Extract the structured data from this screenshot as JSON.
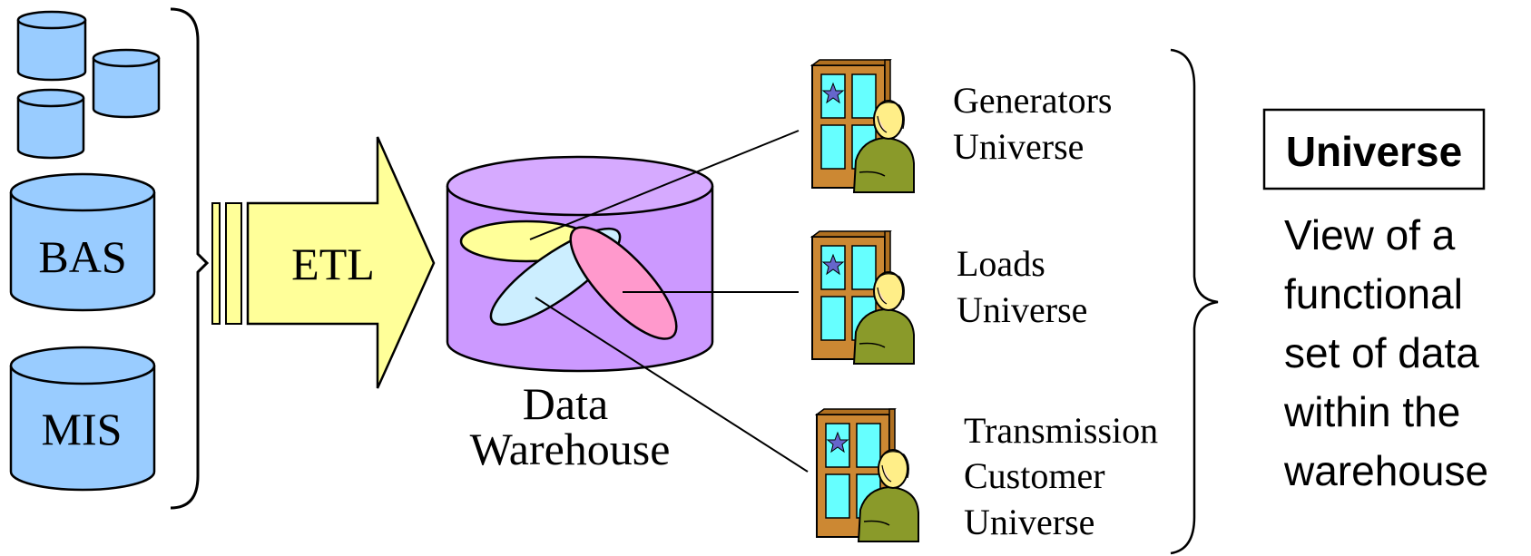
{
  "sources": {
    "cylinders": [
      {
        "label": ""
      },
      {
        "label": ""
      },
      {
        "label": ""
      },
      {
        "label": "BAS"
      },
      {
        "label": "MIS"
      }
    ]
  },
  "etl": {
    "label": "ETL"
  },
  "warehouse": {
    "line1": "Data",
    "line2": "Warehouse"
  },
  "universes": [
    {
      "lines": [
        "Generators",
        "Universe"
      ]
    },
    {
      "lines": [
        "Loads",
        "Universe"
      ]
    },
    {
      "lines": [
        "Transmission",
        "Customer",
        "Universe"
      ]
    }
  ],
  "definition": {
    "title": "Universe",
    "lines": [
      "View of a",
      "functional",
      "set of data",
      "within the",
      "warehouse"
    ]
  },
  "colors": {
    "source_db": "#99ccff",
    "arrow": "#ffff99",
    "warehouse": "#cc99ff",
    "set_yellow": "#ffff99",
    "set_blue": "#cceeff",
    "set_pink": "#ff99cc",
    "window_frame": "#cc8833",
    "window_glass": "#66ffff",
    "person_coat": "#8a9a2a",
    "person_hair": "#ffee88"
  },
  "icons": [
    "database-icon",
    "etl-arrow-icon",
    "person-at-window-icon"
  ]
}
